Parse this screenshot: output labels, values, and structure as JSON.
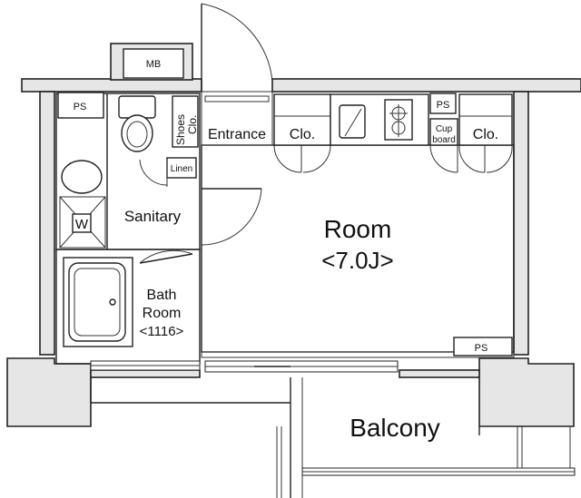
{
  "labels": {
    "mb": "MB",
    "ps_left": "PS",
    "ps_top": "PS",
    "ps_room": "PS",
    "shoes": "Shoes",
    "shoes_clo": "Clo.",
    "entrance": "Entrance",
    "clo_left": "Clo.",
    "clo_right": "Clo.",
    "cup": "Cup",
    "board": "board",
    "linen": "Linen",
    "sanitary": "Sanitary",
    "washer": "W",
    "bath_1": "Bath",
    "bath_2": "Room",
    "bath_3": "<1116>",
    "room": "Room",
    "room_size": "<7.0J>",
    "balcony": "Balcony"
  }
}
